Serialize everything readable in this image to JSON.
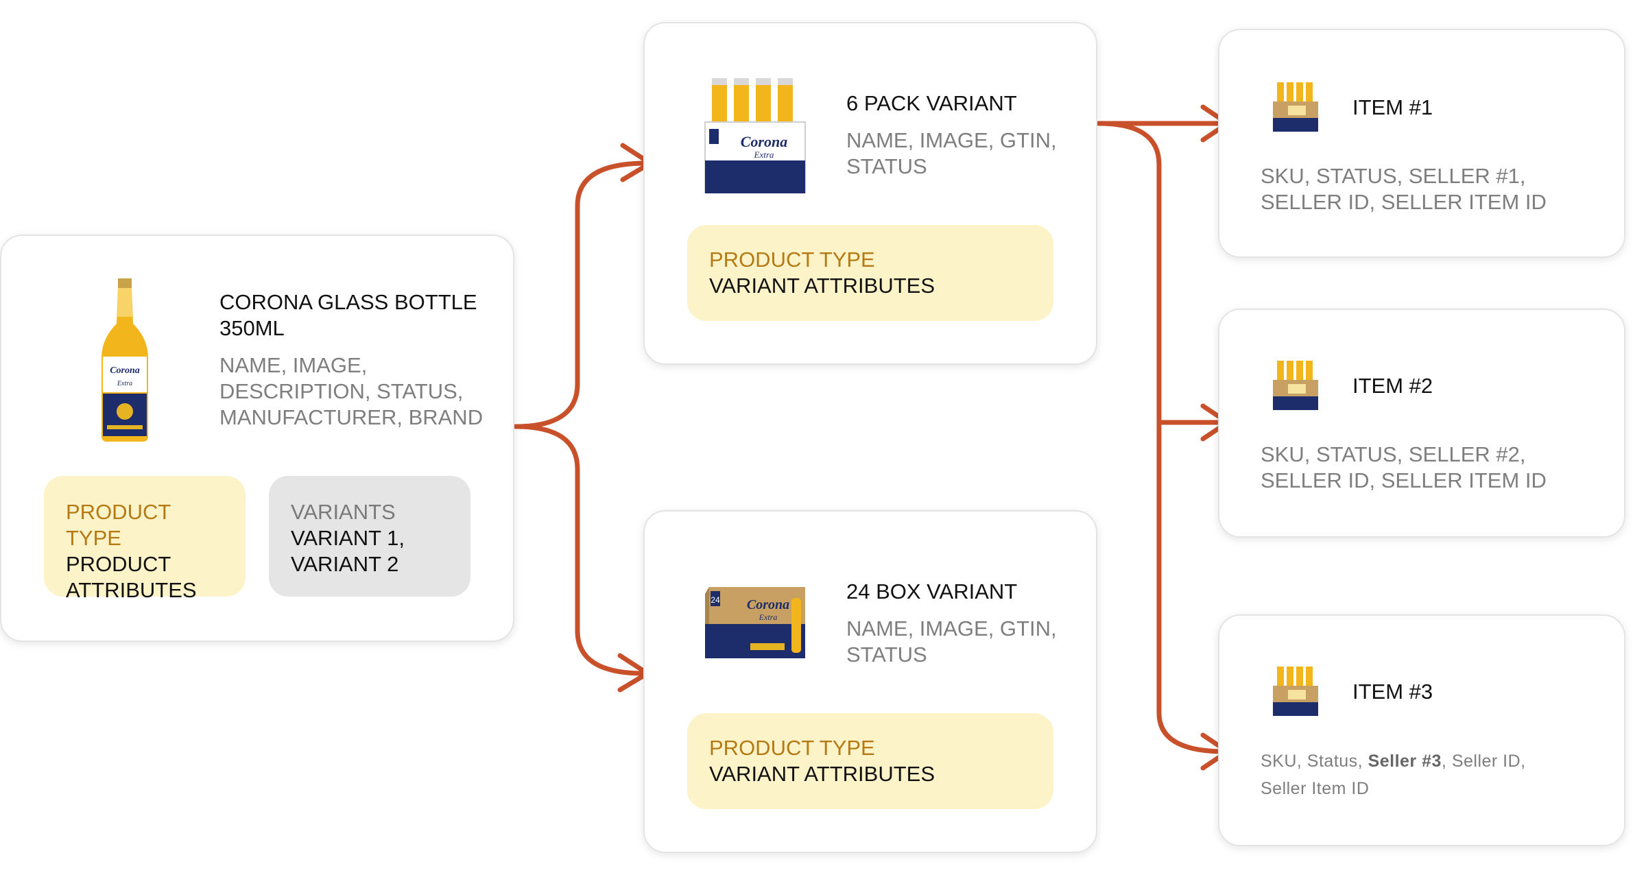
{
  "colors": {
    "arrow": "#c8502a",
    "product_type_label": "#b57a14",
    "product_type_bg": "#fdf3c9",
    "variants_bg": "#e5e5e5",
    "attr_text": "#7e7e7e"
  },
  "product": {
    "image_icon": "corona-bottle-icon",
    "title_line1": "CORONA GLASS BOTTLE",
    "title_line2": "350ML",
    "attrs_line1": "NAME, IMAGE,",
    "attrs_line2": "DESCRIPTION, STATUS,",
    "attrs_line3": "MANUFACTURER, BRAND",
    "product_type": {
      "label": "PRODUCT TYPE",
      "line1": "PRODUCT",
      "line2": "ATTRIBUTES"
    },
    "variants": {
      "label": "VARIANTS",
      "line1": "VARIANT 1,",
      "line2": "VARIANT 2"
    }
  },
  "variants": [
    {
      "image_icon": "six-pack-icon",
      "title": "6 PACK VARIANT",
      "attrs_line1": "NAME, IMAGE, GTIN,",
      "attrs_line2": "STATUS",
      "product_type_label": "PRODUCT TYPE",
      "product_type_value": "VARIANT ATTRIBUTES"
    },
    {
      "image_icon": "box-24-icon",
      "title": "24 BOX VARIANT",
      "attrs_line1": "NAME, IMAGE, GTIN,",
      "attrs_line2": "STATUS",
      "product_type_label": "PRODUCT TYPE",
      "product_type_value": "VARIANT ATTRIBUTES"
    }
  ],
  "items": [
    {
      "image_icon": "six-pack-small-icon",
      "title": "ITEM #1",
      "attrs_line1": "SKU, STATUS, SELLER #1,",
      "attrs_line2": "SELLER ID, SELLER ITEM ID"
    },
    {
      "image_icon": "six-pack-small-icon",
      "title": "ITEM #2",
      "attrs_line1": "SKU, STATUS, SELLER #2,",
      "attrs_line2": "SELLER ID, SELLER ITEM ID"
    },
    {
      "image_icon": "six-pack-small-icon",
      "title": "ITEM #3",
      "attrs_pre": "SKU, Status, ",
      "attrs_bold": "Seller #3",
      "attrs_post": ", Seller ID,",
      "attrs_line2": "Seller Item ID"
    }
  ]
}
